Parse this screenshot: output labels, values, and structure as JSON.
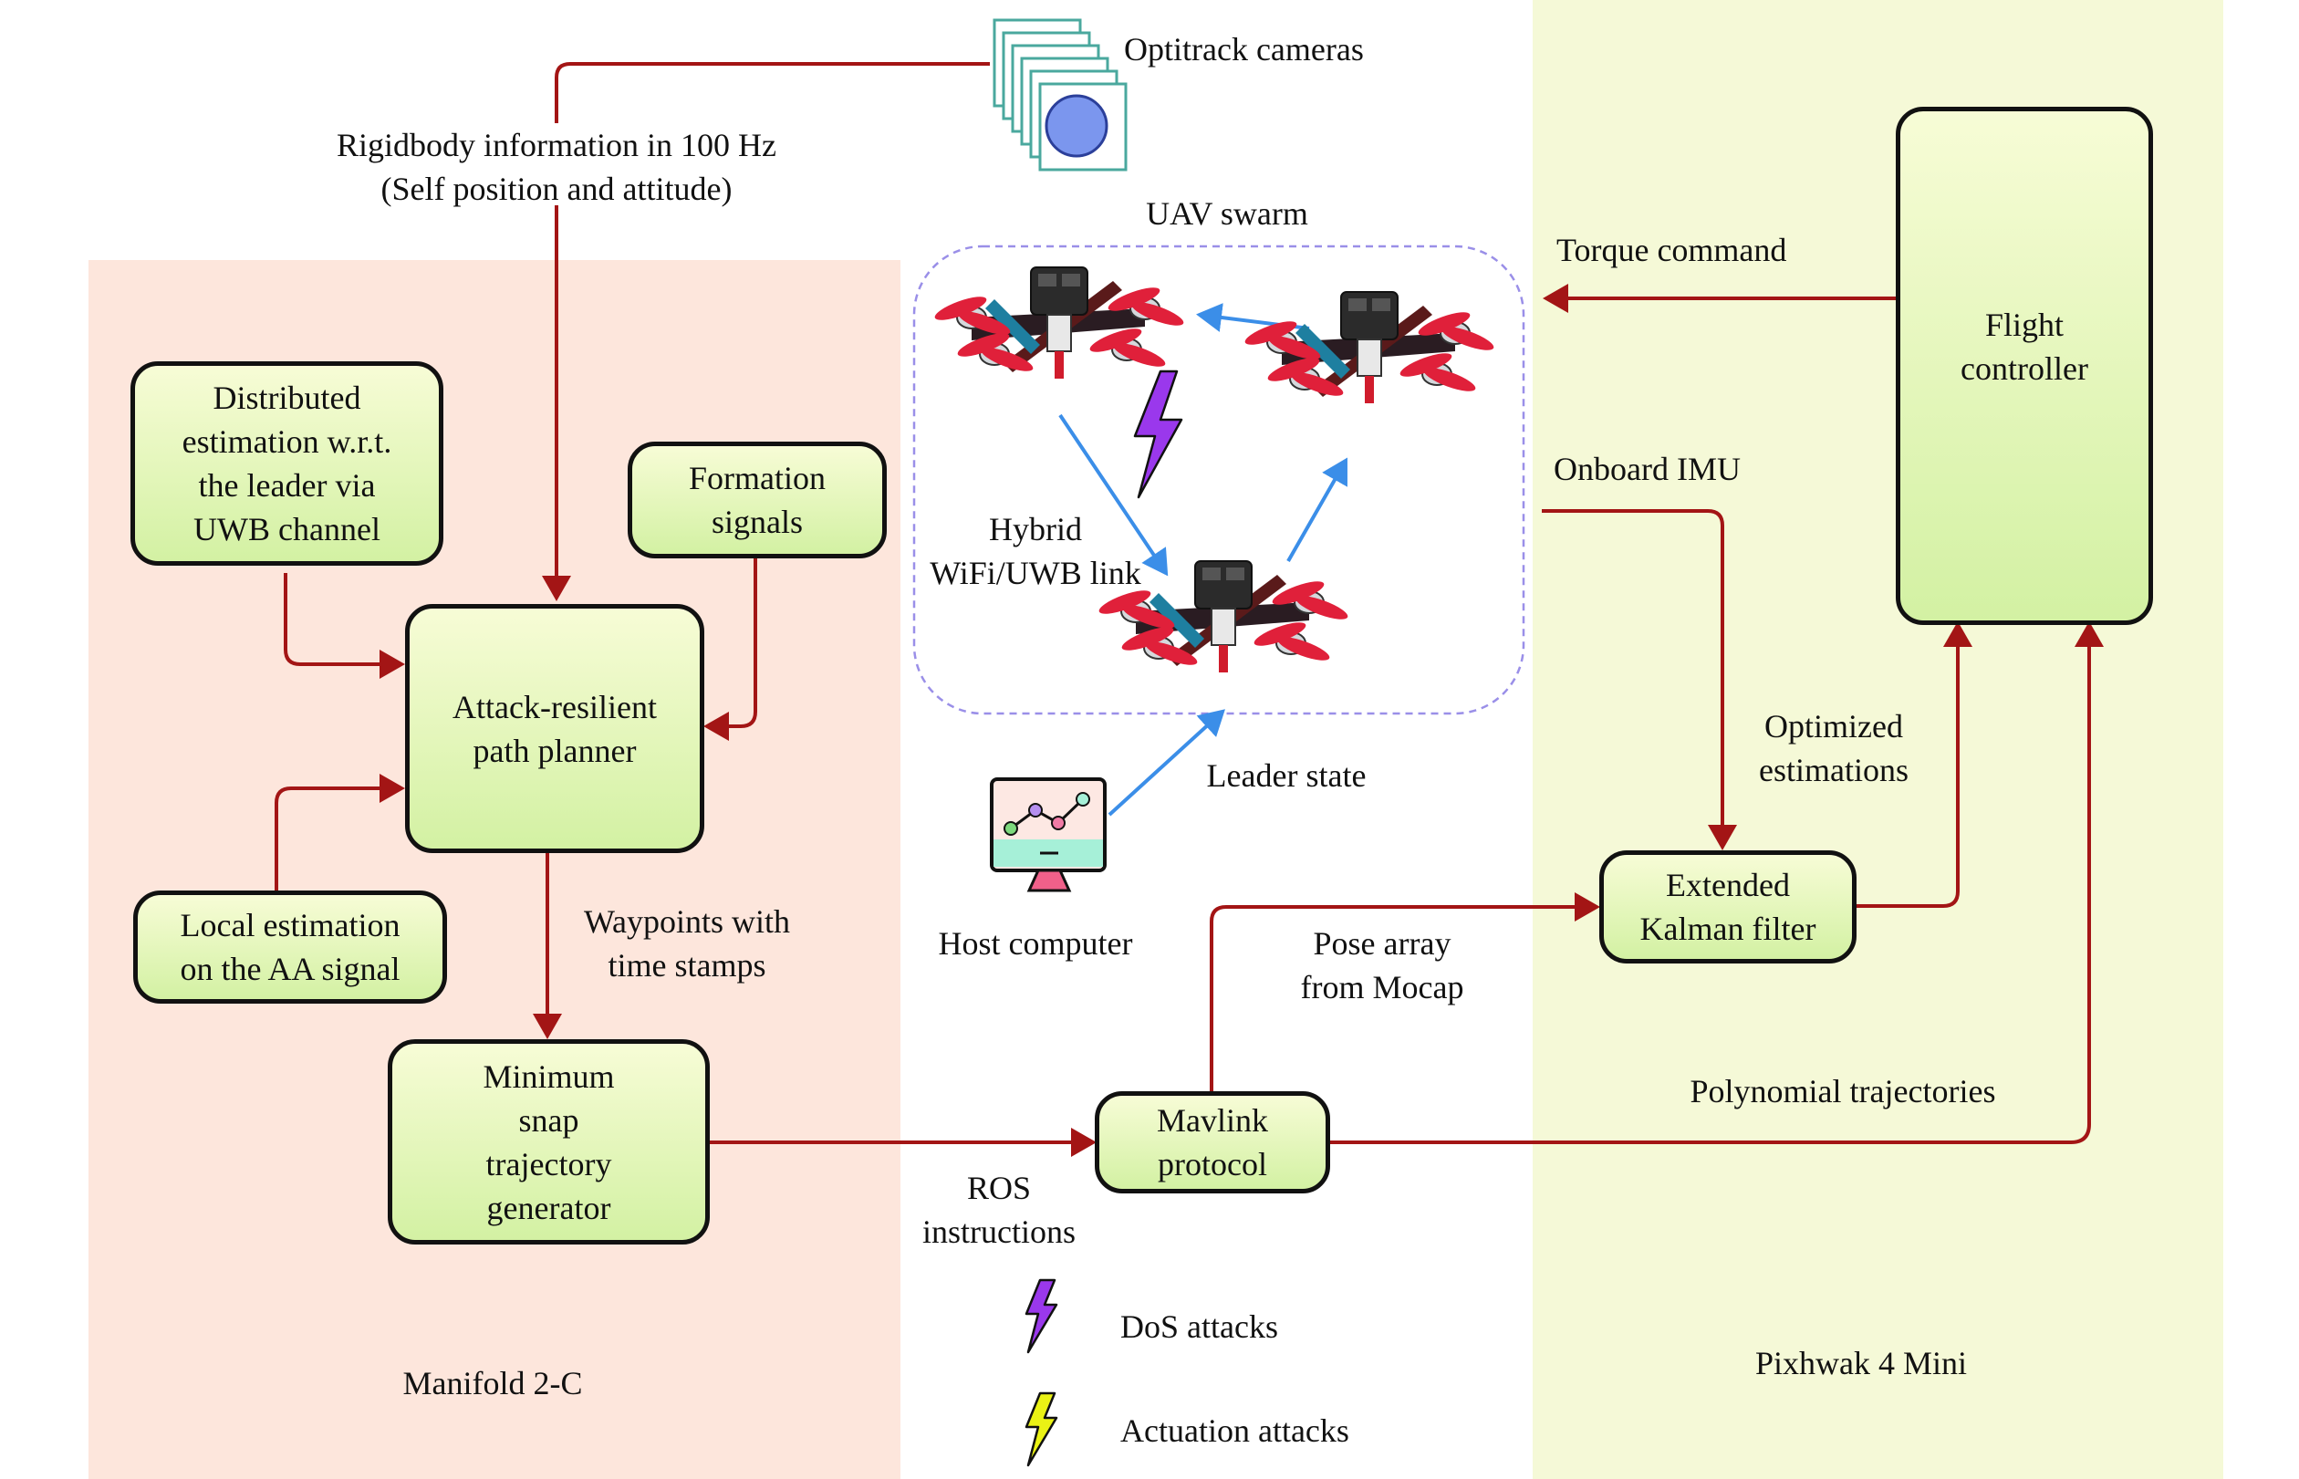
{
  "regions": {
    "manifold": "Manifold 2-C",
    "pixhawk": "Pixhwak 4 Mini"
  },
  "boxes": {
    "distributed": "Distributed\nestimation w.r.t.\nthe leader via\nUWB channel",
    "formation": "Formation\nsignals",
    "planner": "Attack-resilient\npath planner",
    "local": "Local estimation\non the AA signal",
    "minsnap": "Minimum\nsnap\ntrajectory\ngenerator",
    "mavlink": "Mavlink\nprotocol",
    "ekf": "Extended\nKalman filter",
    "flight": "Flight\ncontroller"
  },
  "labels": {
    "optitrack": "Optitrack cameras",
    "rigidbody": "Rigidbody information in 100 Hz\n(Self position and attitude)",
    "uav_swarm": "UAV swarm",
    "hybrid_link": "Hybrid\nWiFi/UWB link",
    "leader_state": "Leader state",
    "host_computer": "Host computer",
    "waypoints": "Waypoints with\ntime stamps",
    "ros": "ROS\ninstructions",
    "pose_array": "Pose array\nfrom Mocap",
    "torque": "Torque command",
    "onboard_imu": "Onboard IMU",
    "optimized": "Optimized\nestimations",
    "polynomial": "Polynomial trajectories"
  },
  "legend": {
    "dos": "DoS attacks",
    "actuation": "Actuation attacks"
  },
  "colors": {
    "wire": "#a31515",
    "swarm_link": "#3b8ee8",
    "dos": "#8a2be2",
    "actuation": "#e8f20f",
    "manifold_bg": "#fde6dc",
    "pixhawk_bg": "#f5f9d7"
  }
}
